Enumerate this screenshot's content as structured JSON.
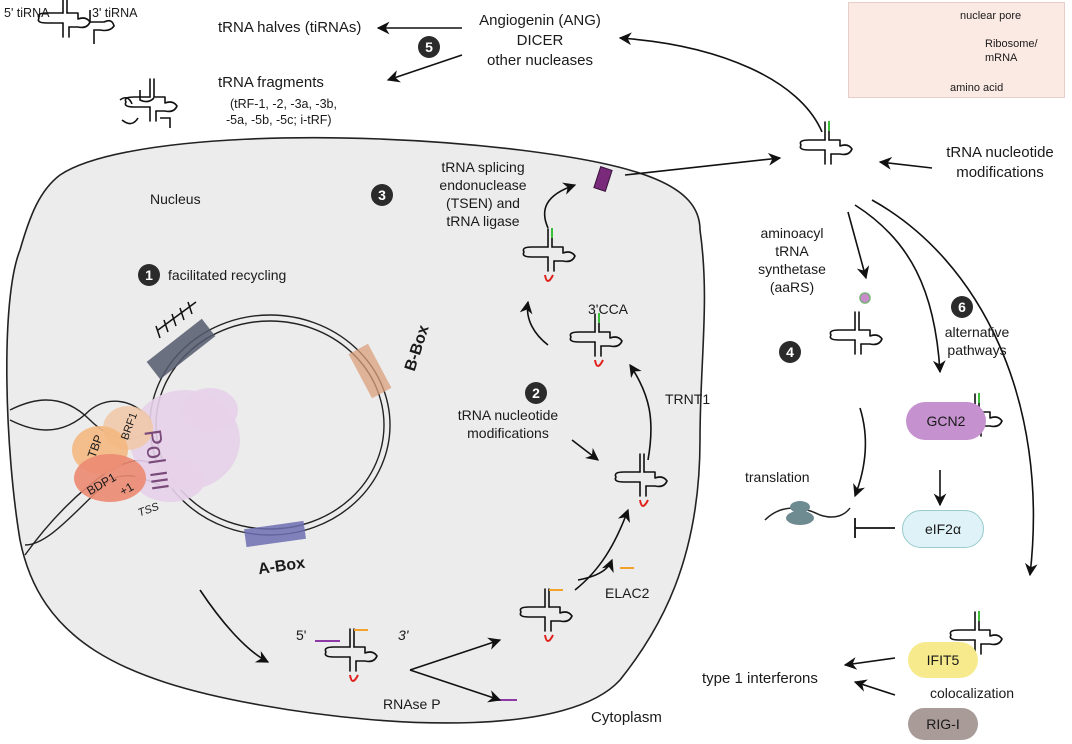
{
  "legend": {
    "nuclear_pore": "nuclear pore",
    "ribosome_mrna": [
      "Ribosome/",
      "mRNA"
    ],
    "amino_acid": "amino acid"
  },
  "top": {
    "trna_5": "5' tiRNA",
    "trna_3": "3' tiRNA",
    "trna_halves": "tRNA halves (tiRNAs)",
    "nucleases": [
      "Angiogenin (ANG)",
      "DICER",
      "other nucleases"
    ],
    "trna_fragments": "tRNA fragments",
    "fragment_types": [
      "(tRF-1, -2, -3a, -3b,",
      "-5a, -5b, -5c; i-tRF)"
    ]
  },
  "badges": [
    "1",
    "2",
    "3",
    "4",
    "5",
    "6"
  ],
  "nucleus": {
    "label": "Nucleus",
    "facilitated_recycling": "facilitated recycling",
    "splicing": [
      "tRNA splicing",
      "endonuclease",
      "(TSEN) and",
      "tRNA ligase"
    ],
    "cca": "3'CCA",
    "trnt1": "TRNT1",
    "modifications": [
      "tRNA nucleotide",
      "modifications"
    ],
    "elac2": "ELAC2",
    "rnase_p": "RNAse P",
    "five_prime": "5'",
    "three_prime": "3'",
    "tss": "TSS",
    "pol3": "Pol III",
    "brf1": "BRF1",
    "tbp": "TBP",
    "bdp1": "BDP1",
    "plus1": "+1",
    "a_box": "A-Box",
    "b_box": "B-Box"
  },
  "cytoplasm": {
    "label": "Cytoplasm",
    "cyto_modifications": [
      "tRNA nucleotide",
      "modifications"
    ],
    "aars": [
      "aminoacyl",
      "tRNA",
      "synthetase",
      "(aaRS)"
    ],
    "alternative": [
      "alternative",
      "pathways"
    ],
    "translation": "translation",
    "gcn2": "GCN2",
    "eif2a": "eIF2α",
    "ifit5": "IFIT5",
    "colocalization": "colocalization",
    "interferons": "type 1 interferons",
    "rig1": "RIG-I"
  },
  "colors": {
    "nucleus_fill": "#ececec",
    "pore": "#7a2a7a",
    "ribosome": "#6f8b92",
    "amino_acid": "#c98bc9",
    "gcn2": "#c592cf",
    "eif2a": "#def2f7",
    "ifit5": "#f6ea8c",
    "rig1": "#a89b98",
    "loop_red": "#e0201a",
    "end_orange": "#f2a12a",
    "end_green": "#3bbf3b",
    "a_box": "#6d6fb2",
    "b_box": "#d9a07c",
    "tttt_box": "#555a6e"
  }
}
